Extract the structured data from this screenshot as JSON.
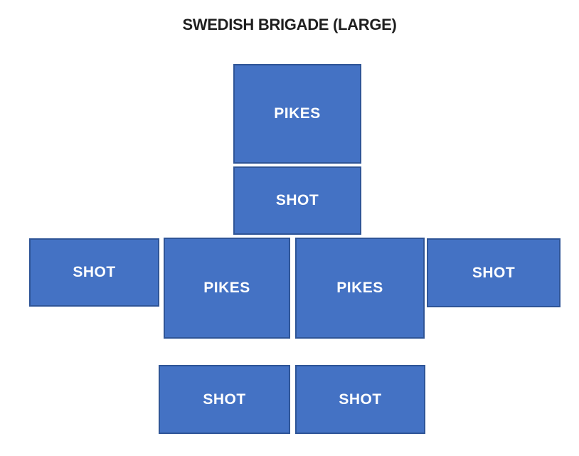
{
  "title": "SWEDISH BRIGADE (LARGE)",
  "colors": {
    "unit-fill": "#4472C4",
    "unit-border": "#2F5597",
    "unit-label": "#FFFFFF",
    "title-color": "#1F1F1F",
    "canvas-bg": "#FFFFFF"
  },
  "units": [
    {
      "id": "pikes-top",
      "label": "PIKES"
    },
    {
      "id": "shot-top",
      "label": "SHOT"
    },
    {
      "id": "shot-left",
      "label": "SHOT"
    },
    {
      "id": "pikes-mid-left",
      "label": "PIKES"
    },
    {
      "id": "pikes-mid-right",
      "label": "PIKES"
    },
    {
      "id": "shot-right",
      "label": "SHOT"
    },
    {
      "id": "shot-bottom-left",
      "label": "SHOT"
    },
    {
      "id": "shot-bottom-right",
      "label": "SHOT"
    }
  ]
}
